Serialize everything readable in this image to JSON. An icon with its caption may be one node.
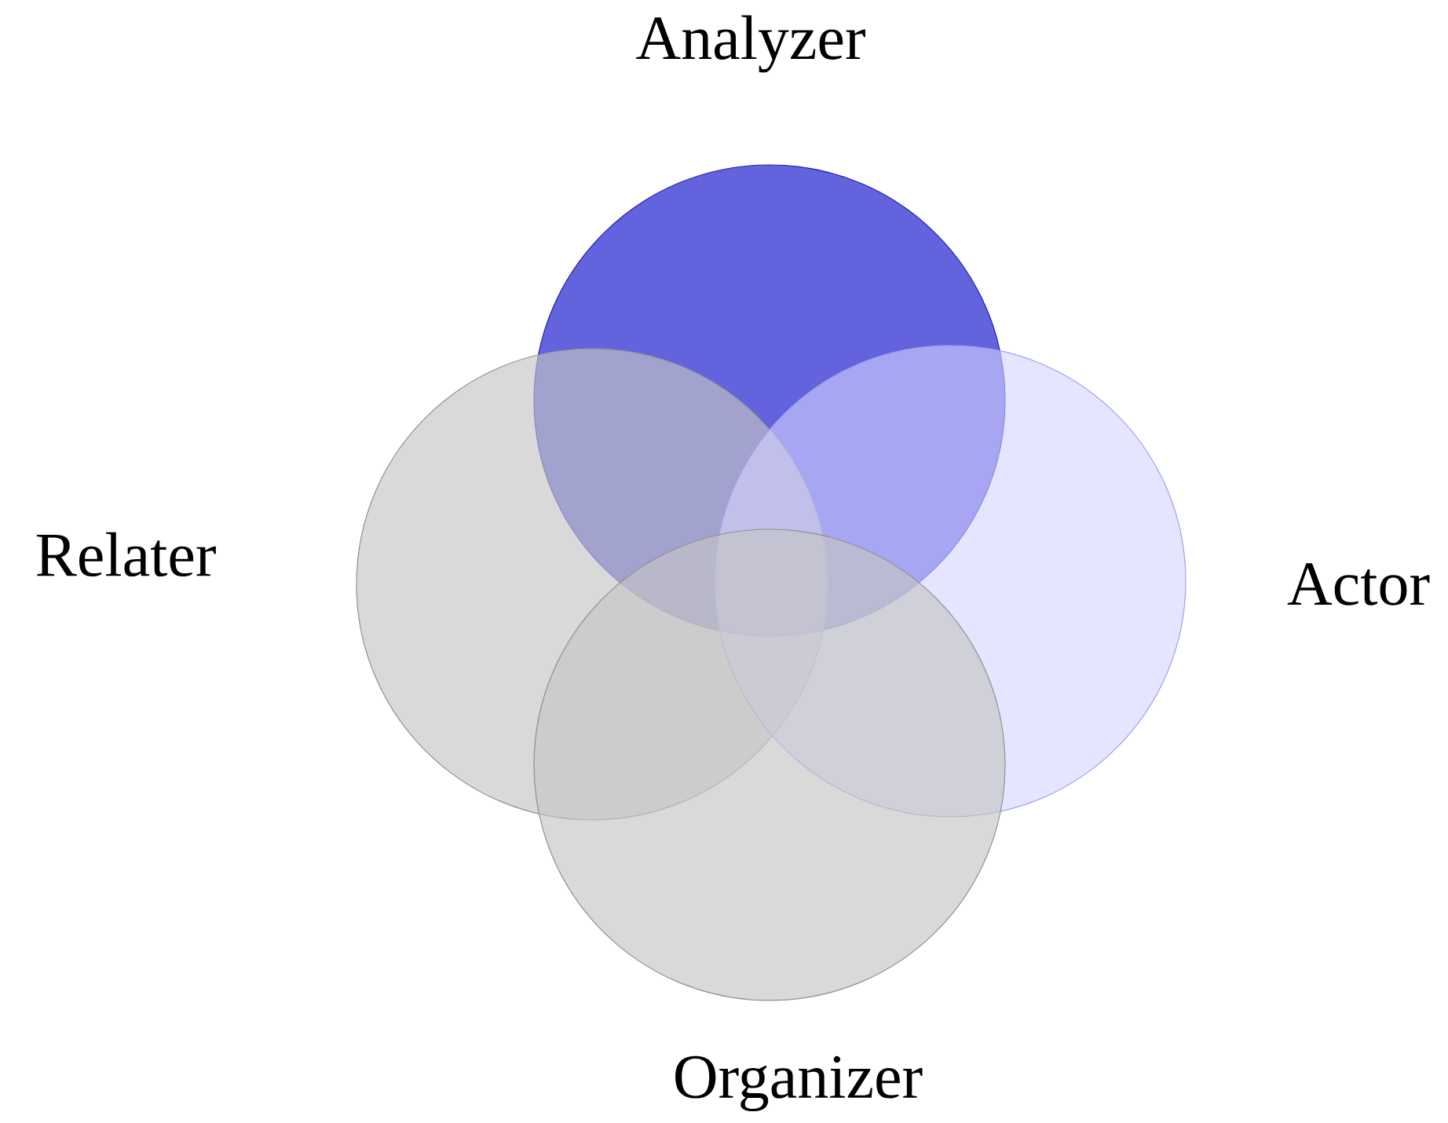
{
  "diagram": {
    "nodes": [
      {
        "text": [
          "Analyzer"
        ]
      },
      {
        "text": [
          "Relater"
        ]
      },
      {
        "text": [
          "Actor"
        ]
      },
      {
        "text": [
          "Organizer"
        ]
      }
    ]
  }
}
